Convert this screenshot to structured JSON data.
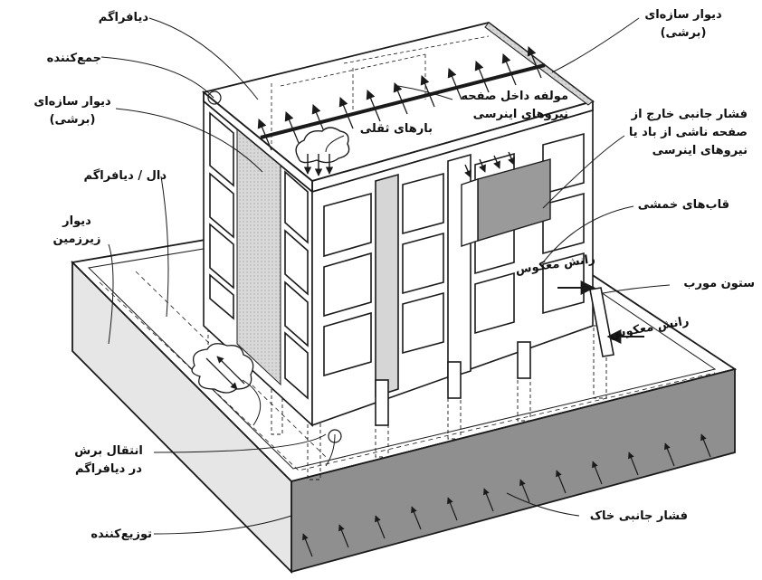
{
  "labels": {
    "diaphragm_top": "دیافراگم",
    "shear_wall_top_right_1": "دیوار سازه‌ای",
    "shear_wall_top_right_2": "(برشی)",
    "collector": "جمع‌کننده",
    "shear_wall_left_1": "دیوار سازه‌ای",
    "shear_wall_left_2": "(برشی)",
    "inplane_1": "مولفه داخل صفحه",
    "inplane_2": "نیروهای اینرسی",
    "gravity_load": "بارهای ثقلی",
    "outplane_1": "فشار جانبی خارج از",
    "outplane_2": "صفحه ناشی از باد یا",
    "outplane_3": "نیروهای اینرسی",
    "slab_diaphragm": "دال / دیافراگم",
    "moment_frame": "قاب‌های خمشی",
    "basement_wall_1": "دیوار",
    "basement_wall_2": "زیرزمین",
    "reverse_thrust_1": "رانش معکوس",
    "sloped_column": "ستون مورب",
    "reverse_thrust_2": "رانش معکوس",
    "shear_transfer_1": "انتقال برش",
    "shear_transfer_2": "در دیافراگم",
    "soil_pressure": "فشار جانبی خاک",
    "distributor": "توزیع‌کننده"
  },
  "colors": {
    "line": "#1a1a1a",
    "wall_shade": "#d6d6d6",
    "foundation_shade": "#8c8c8c",
    "panel_shade": "#9a9a9a"
  }
}
